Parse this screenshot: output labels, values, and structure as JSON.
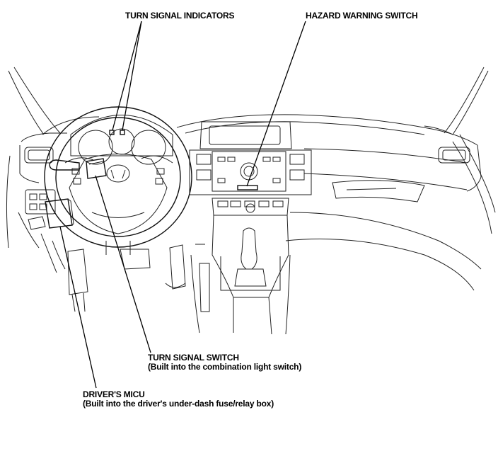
{
  "callouts": {
    "turn_signal_indicators": "TURN SIGNAL INDICATORS",
    "hazard_warning_switch": "HAZARD WARNING SWITCH",
    "turn_signal_switch": {
      "title": "TURN SIGNAL SWITCH",
      "note": "(Built into the combination light switch)"
    },
    "drivers_micu": {
      "title": "DRIVER'S MICU",
      "note": "(Built into the driver's under-dash fuse/relay box)"
    }
  }
}
